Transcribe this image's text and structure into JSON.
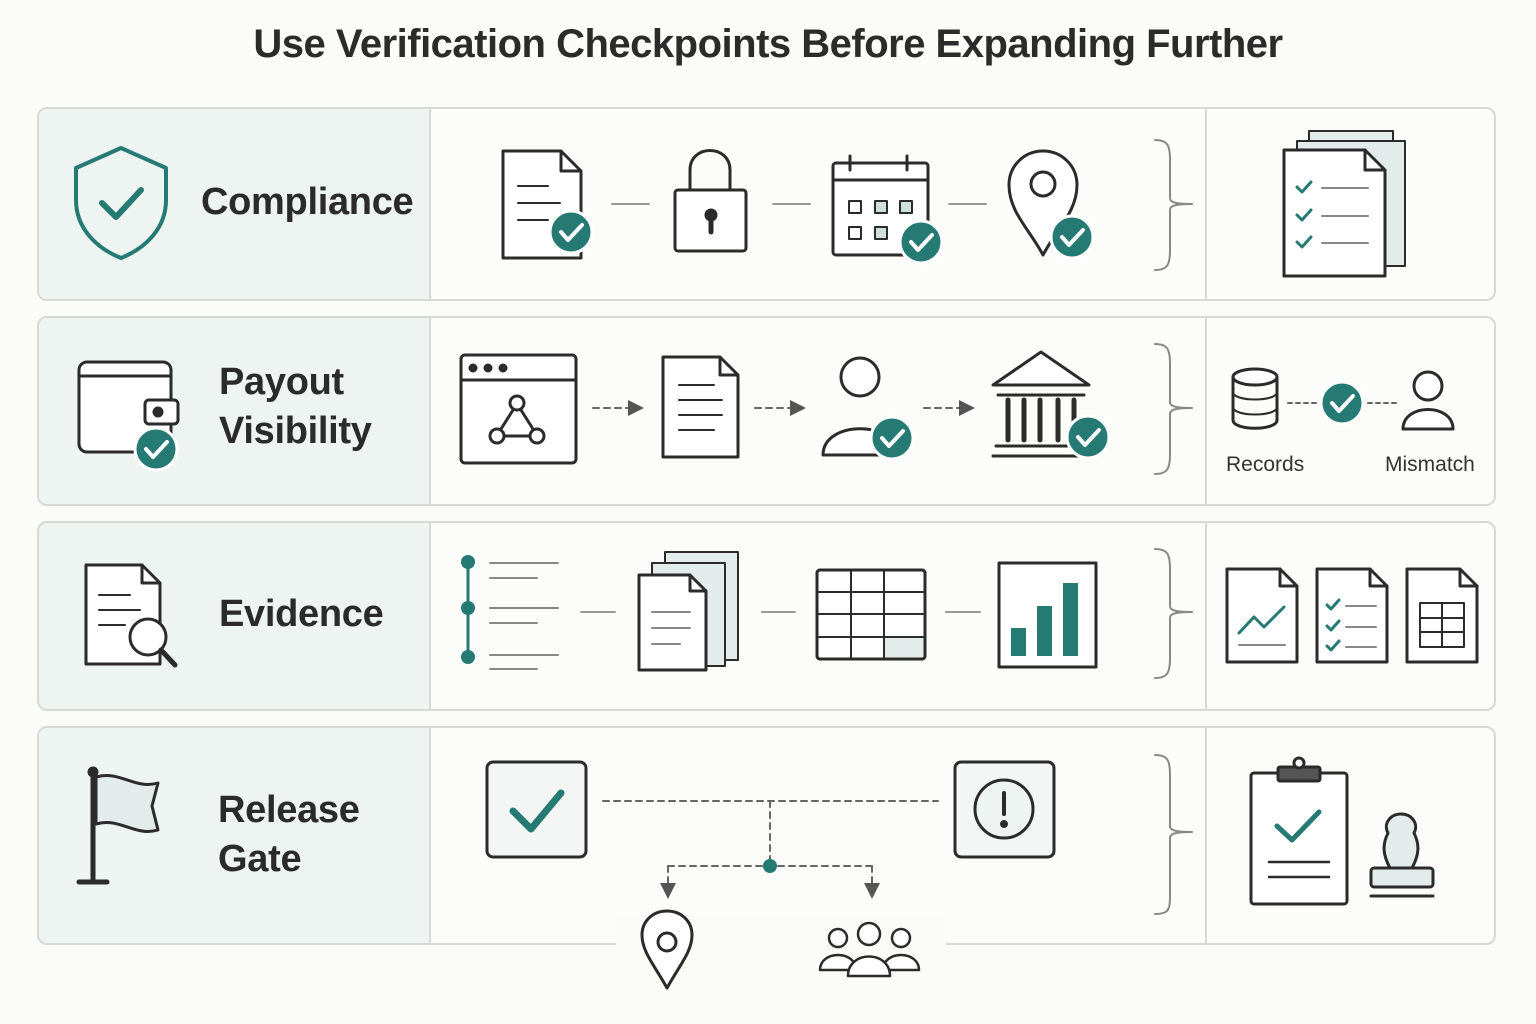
{
  "title": "Use Verification Checkpoints Before Expanding Further",
  "colors": {
    "accent": "#257a73",
    "stroke": "#2b2b2b",
    "panel": "#eef4f2",
    "border": "#d6d9d6"
  },
  "rows": [
    {
      "label": "Compliance",
      "icon": "shield-check-icon",
      "steps": [
        "document-check-icon",
        "padlock-icon",
        "calendar-check-icon",
        "location-check-icon"
      ],
      "output": "checklist-documents-icon"
    },
    {
      "label_line1": "Payout",
      "label_line2": "Visibility",
      "icon": "wallet-check-icon",
      "steps": [
        "browser-network-icon",
        "document-icon",
        "user-check-icon",
        "bank-check-icon"
      ],
      "output": {
        "left_caption": "Records",
        "right_caption": "Mismatch"
      }
    },
    {
      "label": "Evidence",
      "icon": "document-search-icon",
      "steps": [
        "timeline-list-icon",
        "stacked-documents-icon",
        "table-grid-icon",
        "bar-chart-icon"
      ],
      "output": "report-documents-icon"
    },
    {
      "label_line1": "Release",
      "label_line2": "Gate",
      "icon": "flag-icon",
      "steps": [
        "checkbox-approved-icon",
        "alert-warning-icon",
        "location-pin-icon",
        "team-group-icon"
      ],
      "output": "clipboard-stamp-icon"
    }
  ]
}
